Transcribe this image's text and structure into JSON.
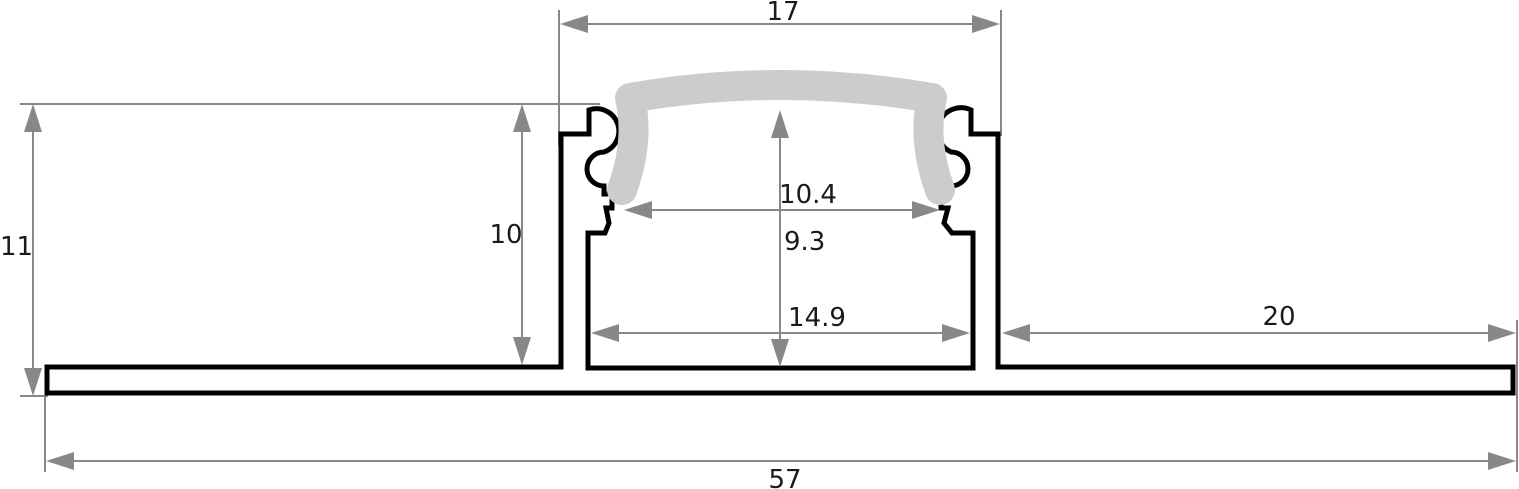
{
  "colors": {
    "profile": "#000000",
    "dimension": "#888888",
    "diffuser": "#cccccc",
    "text": "#1a1a1a",
    "background": "#ffffff"
  },
  "dimensions": {
    "total_width": "57",
    "total_height": "11",
    "channel_outer_width": "17",
    "channel_depth": "10",
    "diffuser_span": "10.4",
    "inner_depth": "9.3",
    "inner_width": "14.9",
    "flange_width": "20"
  }
}
